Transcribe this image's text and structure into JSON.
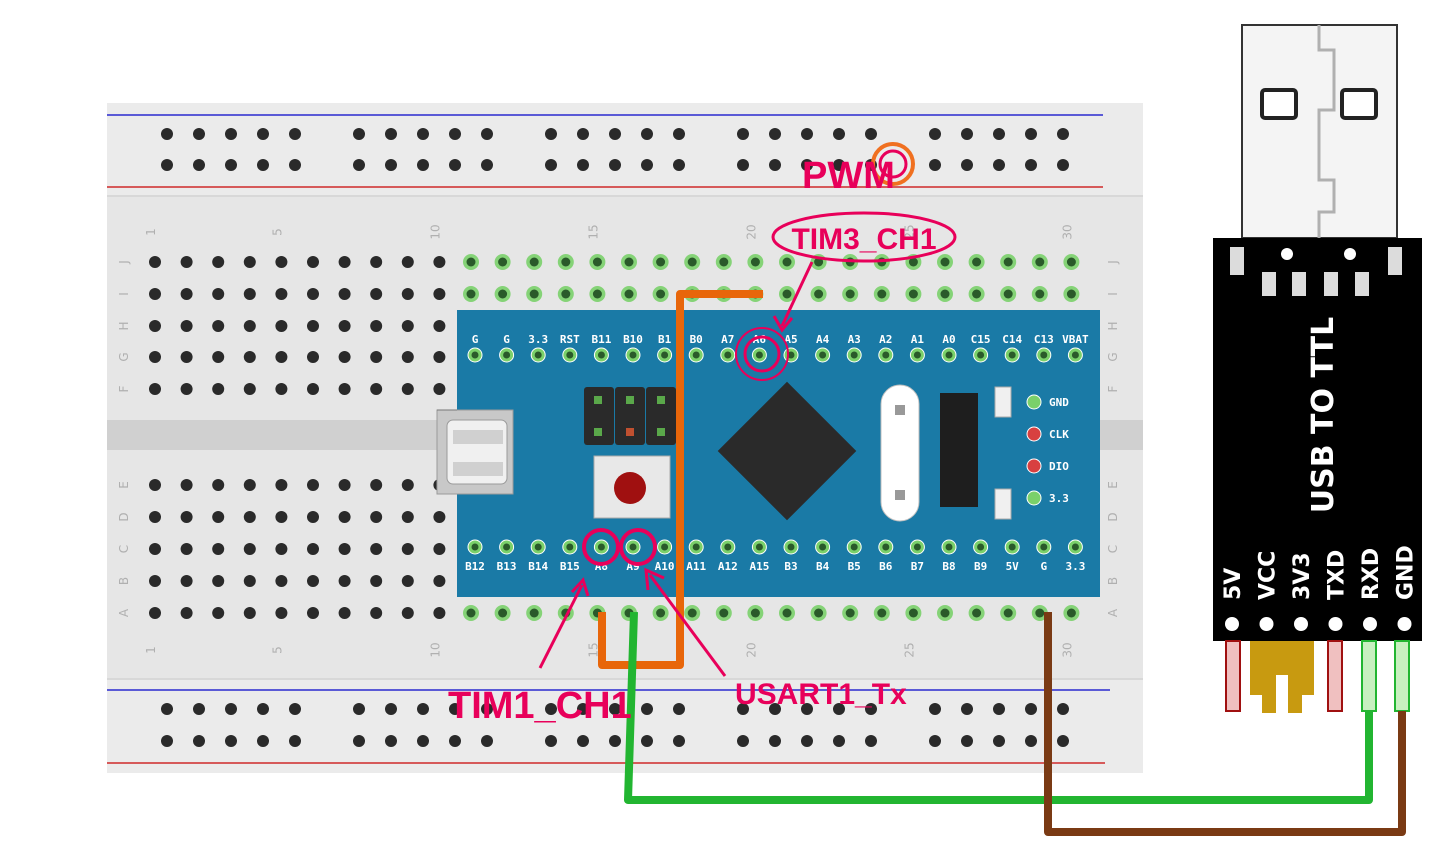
{
  "breadboard": {
    "row_letters_top": [
      "J",
      "I",
      "H",
      "G",
      "F"
    ],
    "row_letters_bottom": [
      "E",
      "D",
      "C",
      "B",
      "A"
    ],
    "column_numbers": [
      "1",
      "5",
      "10",
      "15",
      "20",
      "25",
      "30"
    ]
  },
  "board": {
    "top_pins": [
      "G",
      "G",
      "3.3",
      "RST",
      "B11",
      "B10",
      "B1",
      "B0",
      "A7",
      "A6",
      "A5",
      "A4",
      "A3",
      "A2",
      "A1",
      "A0",
      "C15",
      "C14",
      "C13",
      "VBAT"
    ],
    "bottom_pins": [
      "B12",
      "B13",
      "B14",
      "B15",
      "A8",
      "A9",
      "A10",
      "A11",
      "A12",
      "A15",
      "B3",
      "B4",
      "B5",
      "B6",
      "B7",
      "B8",
      "B9",
      "5V",
      "G",
      "3.3"
    ],
    "side_pins": [
      "GND",
      "CLK",
      "DIO",
      "3.3"
    ]
  },
  "usb_ttl": {
    "title": "USB TO TTL",
    "pins": [
      "5V",
      "VCC",
      "3V3",
      "TXD",
      "RXD",
      "GND"
    ]
  },
  "annotations": {
    "pwm": "PWM",
    "tim3": "TIM3_CH1",
    "tim1": "TIM1_CH1",
    "usart": "USART1_Tx"
  },
  "colors": {
    "board": "#1a7aa6",
    "accent": "#e8005a",
    "wire_orange": "#e8660a",
    "wire_green": "#22b531",
    "wire_brown": "#7a3a14"
  }
}
